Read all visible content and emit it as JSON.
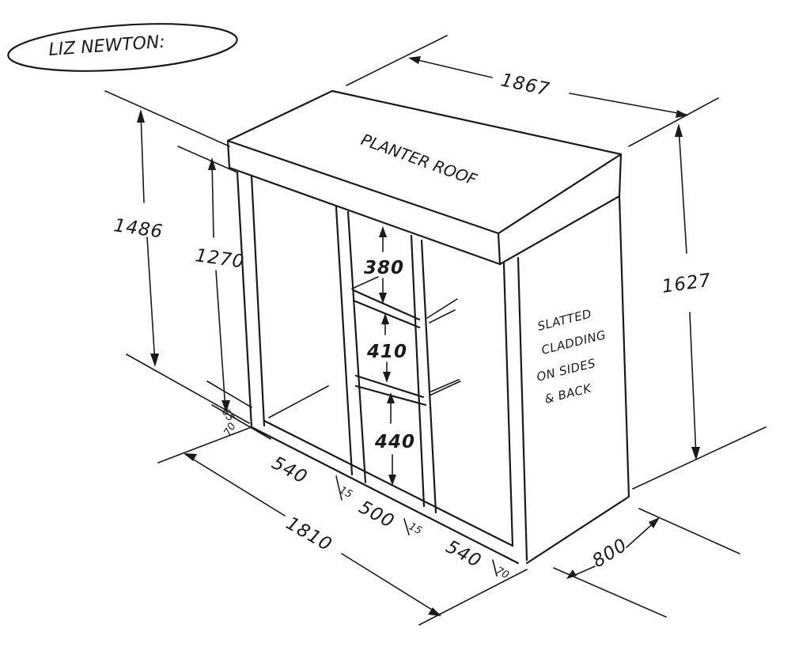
{
  "author_label": "LIZ NEWTON:",
  "roof_label": "PLANTER ROOF",
  "cladding_note": [
    "SLATTED",
    "CLADDING",
    "ON SIDES",
    "& BACK"
  ],
  "dimensions": {
    "top_width": "1867",
    "overall_height_left": "1486",
    "inner_height": "1270",
    "base_height": "65",
    "overall_height_right": "1627",
    "shelf_top": "380",
    "shelf_middle": "410",
    "shelf_bottom": "440",
    "post_left": "70",
    "bay_left": "540",
    "post_inner_left": "15",
    "bay_center": "500",
    "post_inner_right": "15",
    "bay_right": "540",
    "post_right": "70",
    "overall_width": "1810",
    "depth": "800"
  }
}
